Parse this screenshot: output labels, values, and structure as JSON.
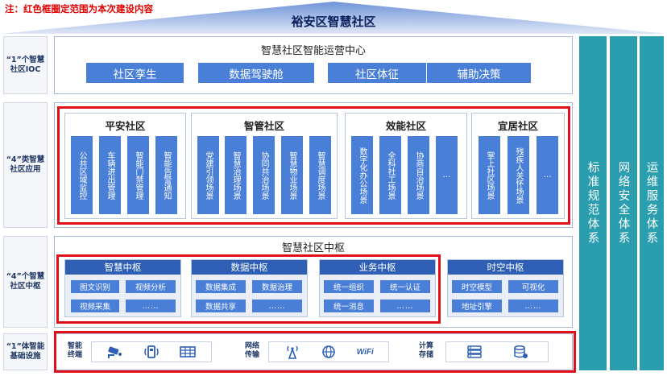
{
  "note": "注：红色框圈定范围为本次建设内容",
  "title": "裕安区智慧社区",
  "side_labels": {
    "ioc": "“1”个智慧社区IOC",
    "apps": "“4”类智慧社区应用",
    "hubs": "“4”个智慧社区中枢",
    "infra": "“1”体智能基础设施"
  },
  "ioc": {
    "title": "智慧社区智能运营中心",
    "buttons": [
      "社区孪生",
      "数据驾驶舱",
      "社区体征",
      "辅助决策"
    ]
  },
  "apps": [
    {
      "title": "平安社区",
      "items": [
        "公共区域监控",
        "车辆进出管理",
        "智能门禁管理",
        "智能告警通知"
      ]
    },
    {
      "title": "智管社区",
      "items": [
        "党建引领场景",
        "智慧治理场景",
        "协同共治场景",
        "智慧物业场景",
        "智慧调度场景"
      ]
    },
    {
      "title": "效能社区",
      "items": [
        "数字化办公场景",
        "全科社工场景",
        "协商自治场景",
        "…"
      ]
    },
    {
      "title": "宜居社区",
      "items": [
        "掌上社区场景",
        "残疾人关怀场景",
        "…"
      ]
    }
  ],
  "hub_section": {
    "title": "智慧社区中枢",
    "hubs": [
      {
        "title": "智慧中枢",
        "chips": [
          "图文识别",
          "视频分析",
          "视频采集",
          "……"
        ]
      },
      {
        "title": "数据中枢",
        "chips": [
          "数据集成",
          "数据治理",
          "数据共享",
          "……"
        ]
      },
      {
        "title": "业务中枢",
        "chips": [
          "统一组织",
          "统一认证",
          "统一消息",
          "……"
        ]
      },
      {
        "title": "时空中枢",
        "chips": [
          "时空模型",
          "可视化",
          "地址引擎",
          "……"
        ]
      }
    ]
  },
  "infra": {
    "groups": [
      {
        "label": "智能终端",
        "icons": [
          "camera-icon",
          "card-reader-icon",
          "screen-grid-icon"
        ]
      },
      {
        "label": "网络传输",
        "icons": [
          "antenna-icon",
          "globe-icon",
          "wifi-icon"
        ]
      },
      {
        "label": "计算存储",
        "icons": [
          "server-icon",
          "database-icon"
        ]
      }
    ],
    "wifi_text": "WiFi"
  },
  "vertical_bars": [
    "标准规范体系",
    "网络安全体系",
    "运维服务体系"
  ],
  "colors": {
    "accent": "#4a7fd8",
    "dark_blue": "#2e5fb4",
    "teal": "#2a9eae",
    "red": "#e0101a",
    "note_red": "#e00000"
  }
}
